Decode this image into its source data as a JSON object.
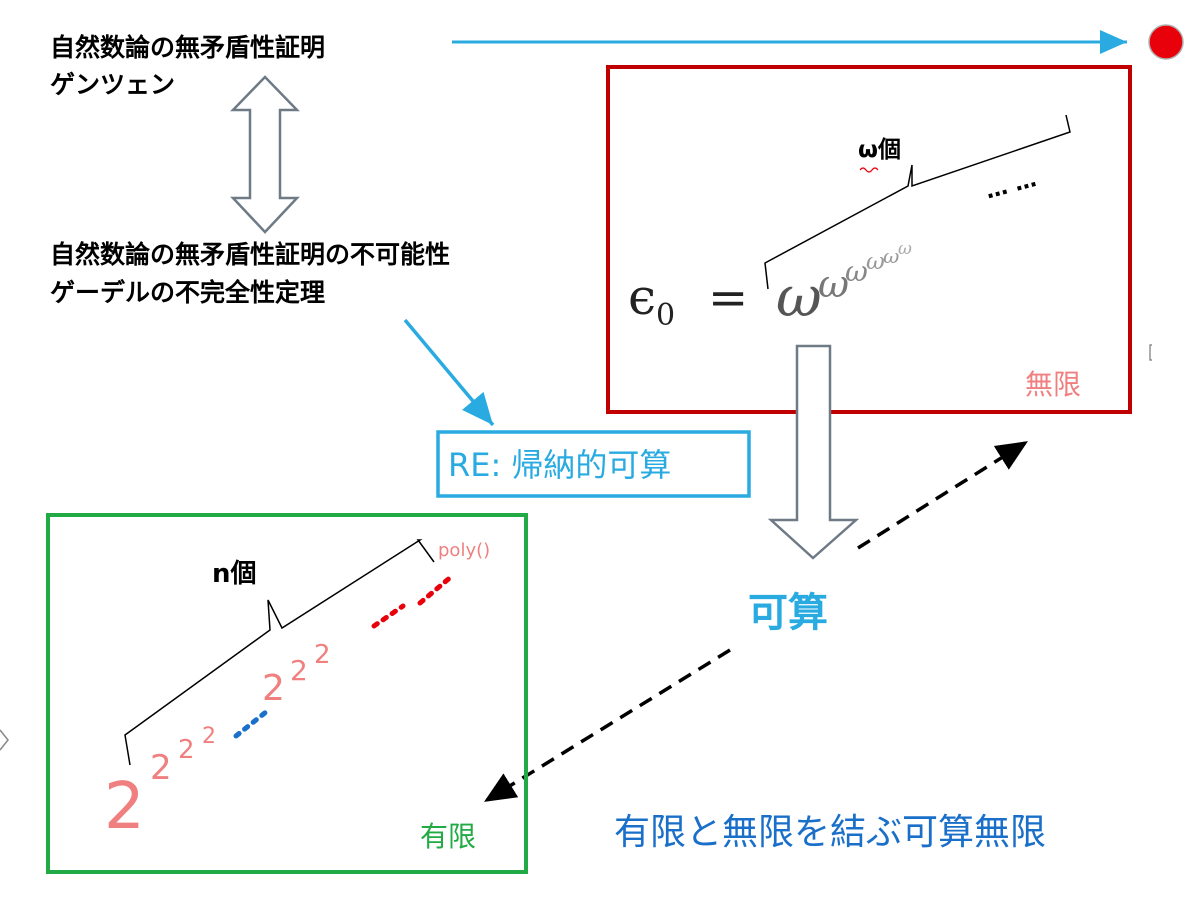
{
  "top_left": {
    "line1": "自然数論の無矛盾性証明",
    "line2": "ゲンツェン"
  },
  "mid_left": {
    "line1": "自然数論の無矛盾性証明の不可能性",
    "line2": "ゲーデルの不完全性定理"
  },
  "re_box": {
    "label": "RE: 帰納的可算"
  },
  "countable": {
    "label": "可算"
  },
  "infinite_box": {
    "count_label": "ω個",
    "epsilon": "ϵ",
    "epsilon_sub": "0",
    "equals": "=",
    "omega": "ω",
    "dots": "… …",
    "corner_label": "無限",
    "border_color": "#c00000",
    "corner_color": "#f08080"
  },
  "finite_box": {
    "count_label": "n個",
    "poly_label": "poly()",
    "two": "2",
    "corner_label": "有限",
    "border_color": "#22aa44",
    "corner_color": "#22aa44",
    "tower_color": "#f08080"
  },
  "caption": {
    "text": "有限と無限を結ぶ可算無限",
    "color": "#1a6fc9"
  },
  "colors": {
    "accent_blue": "#29abe2",
    "red_dot": "#e8000b"
  }
}
